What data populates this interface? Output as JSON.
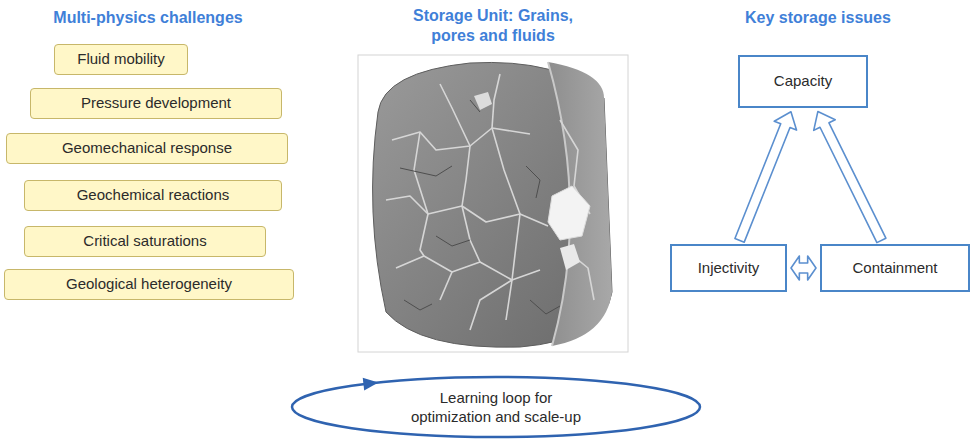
{
  "diagram": {
    "nodes": [
      {
        "text": [
          "Fluid mobility"
        ]
      },
      {
        "text": [
          "Pressure development"
        ]
      },
      {
        "text": [
          "Geomechanical response"
        ]
      },
      {
        "text": [
          "Geochemical reactions"
        ]
      },
      {
        "text": [
          "Critical saturations"
        ]
      },
      {
        "text": [
          "Geological heterogeneity"
        ]
      },
      {
        "text": [
          "Learning loop for optimization and scale-up"
        ]
      },
      {
        "text": [
          "Capacity"
        ]
      },
      {
        "text": [
          "Injectivity"
        ]
      },
      {
        "text": [
          "Containment"
        ]
      }
    ],
    "edges": [
      {
        "from": 8,
        "to": 7,
        "arrow": "to"
      },
      {
        "from": 9,
        "to": 7,
        "arrow": "to"
      },
      {
        "from": 8,
        "to": 9,
        "arrow": "both"
      }
    ],
    "labels": [
      "Multi-physics challenges",
      "Storage Unit: Grains, pores and fluids",
      "Key storage issues"
    ]
  }
}
